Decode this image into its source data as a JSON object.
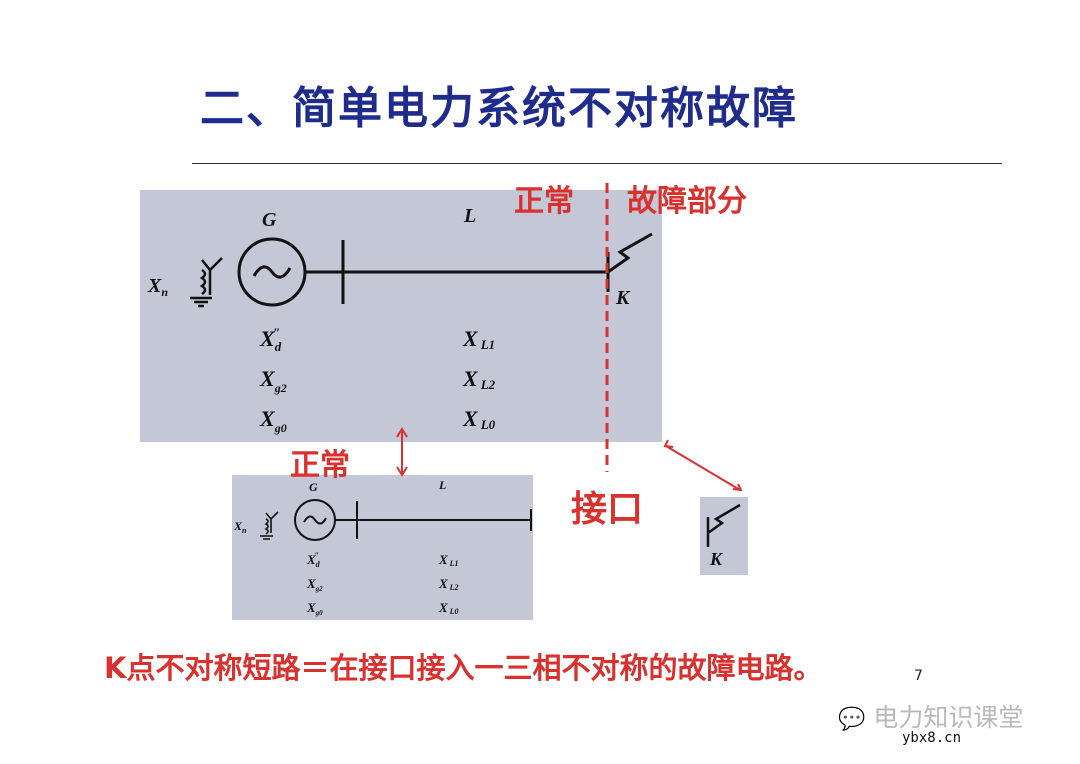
{
  "title": "二、简单电力系统不对称故障",
  "labels": {
    "normal_top": "正常",
    "fault_part": "故障部分",
    "normal_bottom": "正常",
    "interface": "接口"
  },
  "diagram": {
    "generator": "G",
    "line": "L",
    "neutral": "X",
    "neutral_sub": "n",
    "fault_point": "K",
    "gen_reactances": [
      {
        "base": "X",
        "sub": "d",
        "sup": "″"
      },
      {
        "base": "X",
        "sub": "g2"
      },
      {
        "base": "X",
        "sub": "g0"
      }
    ],
    "line_reactances": [
      {
        "base": "X",
        "sub": "L1"
      },
      {
        "base": "X",
        "sub": "L2"
      },
      {
        "base": "X",
        "sub": "L0"
      }
    ]
  },
  "caption": "K点不对称短路＝在接口接入一三相不对称的故障电路。",
  "page_number": "7",
  "watermark": "电力知识课堂",
  "site": "ybx8.cn",
  "colors": {
    "title": "#1f2c8c",
    "accent_red": "#d9312e",
    "diagram_bg": "#c3c7d6"
  }
}
